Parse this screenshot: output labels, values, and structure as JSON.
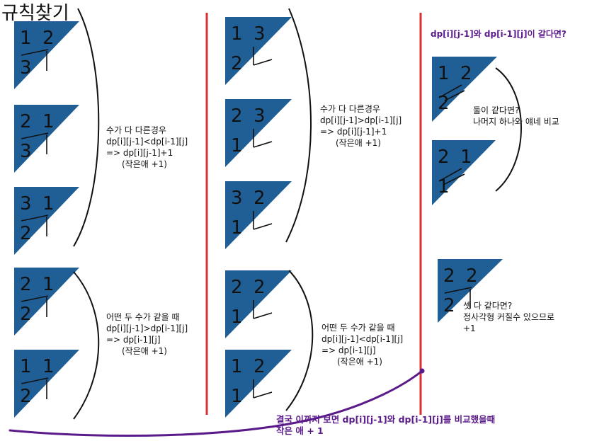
{
  "title": "규칙찾기",
  "colors": {
    "tri": "#1f5f96",
    "red": "#d93030",
    "purple": "#5b1a8a"
  },
  "col1": {
    "tris": [
      {
        "a": "1",
        "b": "2",
        "c": "3"
      },
      {
        "a": "2",
        "b": "1",
        "c": "3"
      },
      {
        "a": "3",
        "b": "1",
        "c": "2"
      },
      {
        "a": "2",
        "b": "1",
        "c": "2"
      },
      {
        "a": "1",
        "b": "1",
        "c": "2"
      }
    ],
    "note1": [
      "수가 다 다른경우",
      "dp[i][j-1]<dp[i-1][j]",
      "=> dp[i][j-1]+1",
      "(작은애 +1)"
    ],
    "note2": [
      "어떤 두 수가 같을 때",
      "dp[i][j-1]>dp[i-1][j]",
      "=> dp[i-1][j]",
      "(작은애 +1)"
    ]
  },
  "col2": {
    "tris": [
      {
        "a": "1",
        "b": "3",
        "c": "2"
      },
      {
        "a": "2",
        "b": "3",
        "c": "1"
      },
      {
        "a": "3",
        "b": "2",
        "c": "1"
      },
      {
        "a": "2",
        "b": "2",
        "c": "1"
      },
      {
        "a": "1",
        "b": "2",
        "c": "1"
      }
    ],
    "note1": [
      "수가 다 다른경우",
      "dp[i][j-1]>dp[i-1][j]",
      "=> dp[i][j-1]+1",
      "(작은애 +1)"
    ],
    "note2": [
      "어떤 두 수가 같을 때",
      "dp[i][j-1]<dp[i-1][j]",
      "=> dp[i-1][j]",
      "(작은애 +1)"
    ]
  },
  "col3": {
    "heading": "dp[i][j-1]와 dp[i-1][j]이 같다면?",
    "tris": [
      {
        "a": "1",
        "b": "2",
        "c": "2"
      },
      {
        "a": "2",
        "b": "1",
        "c": "1"
      },
      {
        "a": "2",
        "b": "2",
        "c": "2"
      }
    ],
    "note1": [
      "둘이 같다면?",
      "나머지 하나와 얘네 비교"
    ],
    "note2": [
      "셋 다 같다면?",
      "정사각형 커질수 있으므로",
      "+1"
    ]
  },
  "conclusion": [
    "결국 이까지 보면 dp[i][j-1]와 dp[i-1][j]를 비교했을때",
    "작은 애 + 1"
  ]
}
